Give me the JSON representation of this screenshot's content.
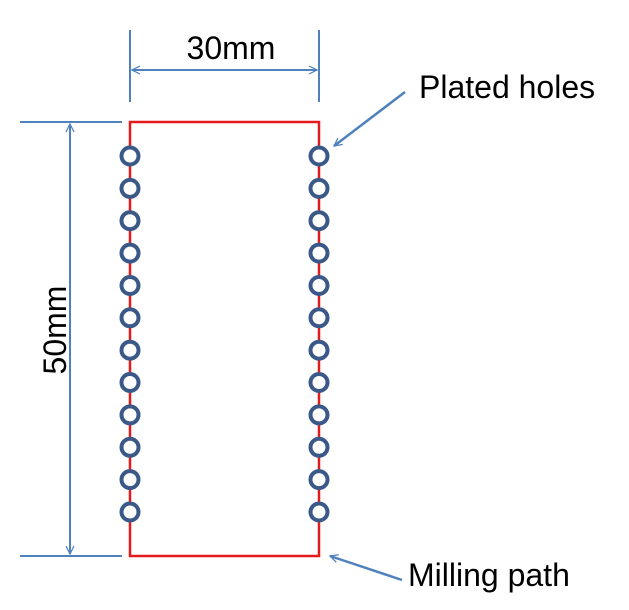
{
  "labels": {
    "width_dimension": "30mm",
    "height_dimension": "50mm",
    "plated_holes": "Plated holes",
    "milling_path": "Milling path"
  },
  "holes": {
    "count_per_side": 12
  },
  "colors": {
    "dimension_line": "#4f81bd",
    "milling_path": "#e31b1b",
    "hole": "#3a5888",
    "text": "#000000"
  }
}
